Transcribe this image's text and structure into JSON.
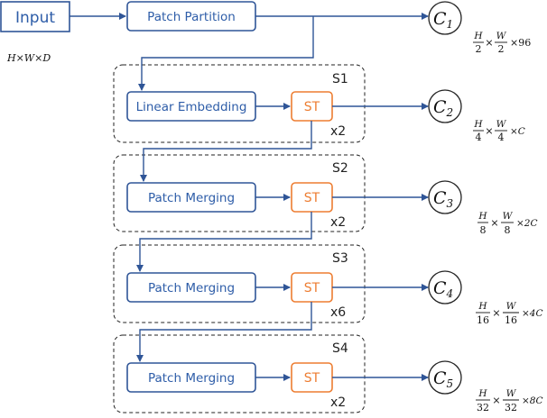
{
  "input": {
    "label": "Input",
    "shape": "H×W×D"
  },
  "patch_partition": {
    "label": "Patch Partition"
  },
  "stages": [
    {
      "label": "S1",
      "block": "Linear Embedding",
      "st": "ST",
      "repeat": "x2"
    },
    {
      "label": "S2",
      "block": "Patch Merging",
      "st": "ST",
      "repeat": "x2"
    },
    {
      "label": "S3",
      "block": "Patch Merging",
      "st": "ST",
      "repeat": "x6"
    },
    {
      "label": "S4",
      "block": "Patch Merging",
      "st": "ST",
      "repeat": "x2"
    }
  ],
  "outputs": [
    {
      "letter": "C",
      "sub": "1",
      "num1": "H",
      "den1": "2",
      "num2": "W",
      "den2": "2",
      "tail": "×96"
    },
    {
      "letter": "C",
      "sub": "2",
      "num1": "H",
      "den1": "4",
      "num2": "W",
      "den2": "4",
      "tail": "×C"
    },
    {
      "letter": "C",
      "sub": "3",
      "num1": "H",
      "den1": "8",
      "num2": "W",
      "den2": "8",
      "tail": "×2C"
    },
    {
      "letter": "C",
      "sub": "4",
      "num1": "H",
      "den1": "16",
      "num2": "W",
      "den2": "16",
      "tail": "×4C"
    },
    {
      "letter": "C",
      "sub": "5",
      "num1": "H",
      "den1": "32",
      "num2": "W",
      "den2": "32",
      "tail": "×8C"
    }
  ],
  "times": "×",
  "colors": {
    "blue": "#2f5597",
    "orange": "#ed7d31",
    "text_blue": "#2e5da8"
  }
}
